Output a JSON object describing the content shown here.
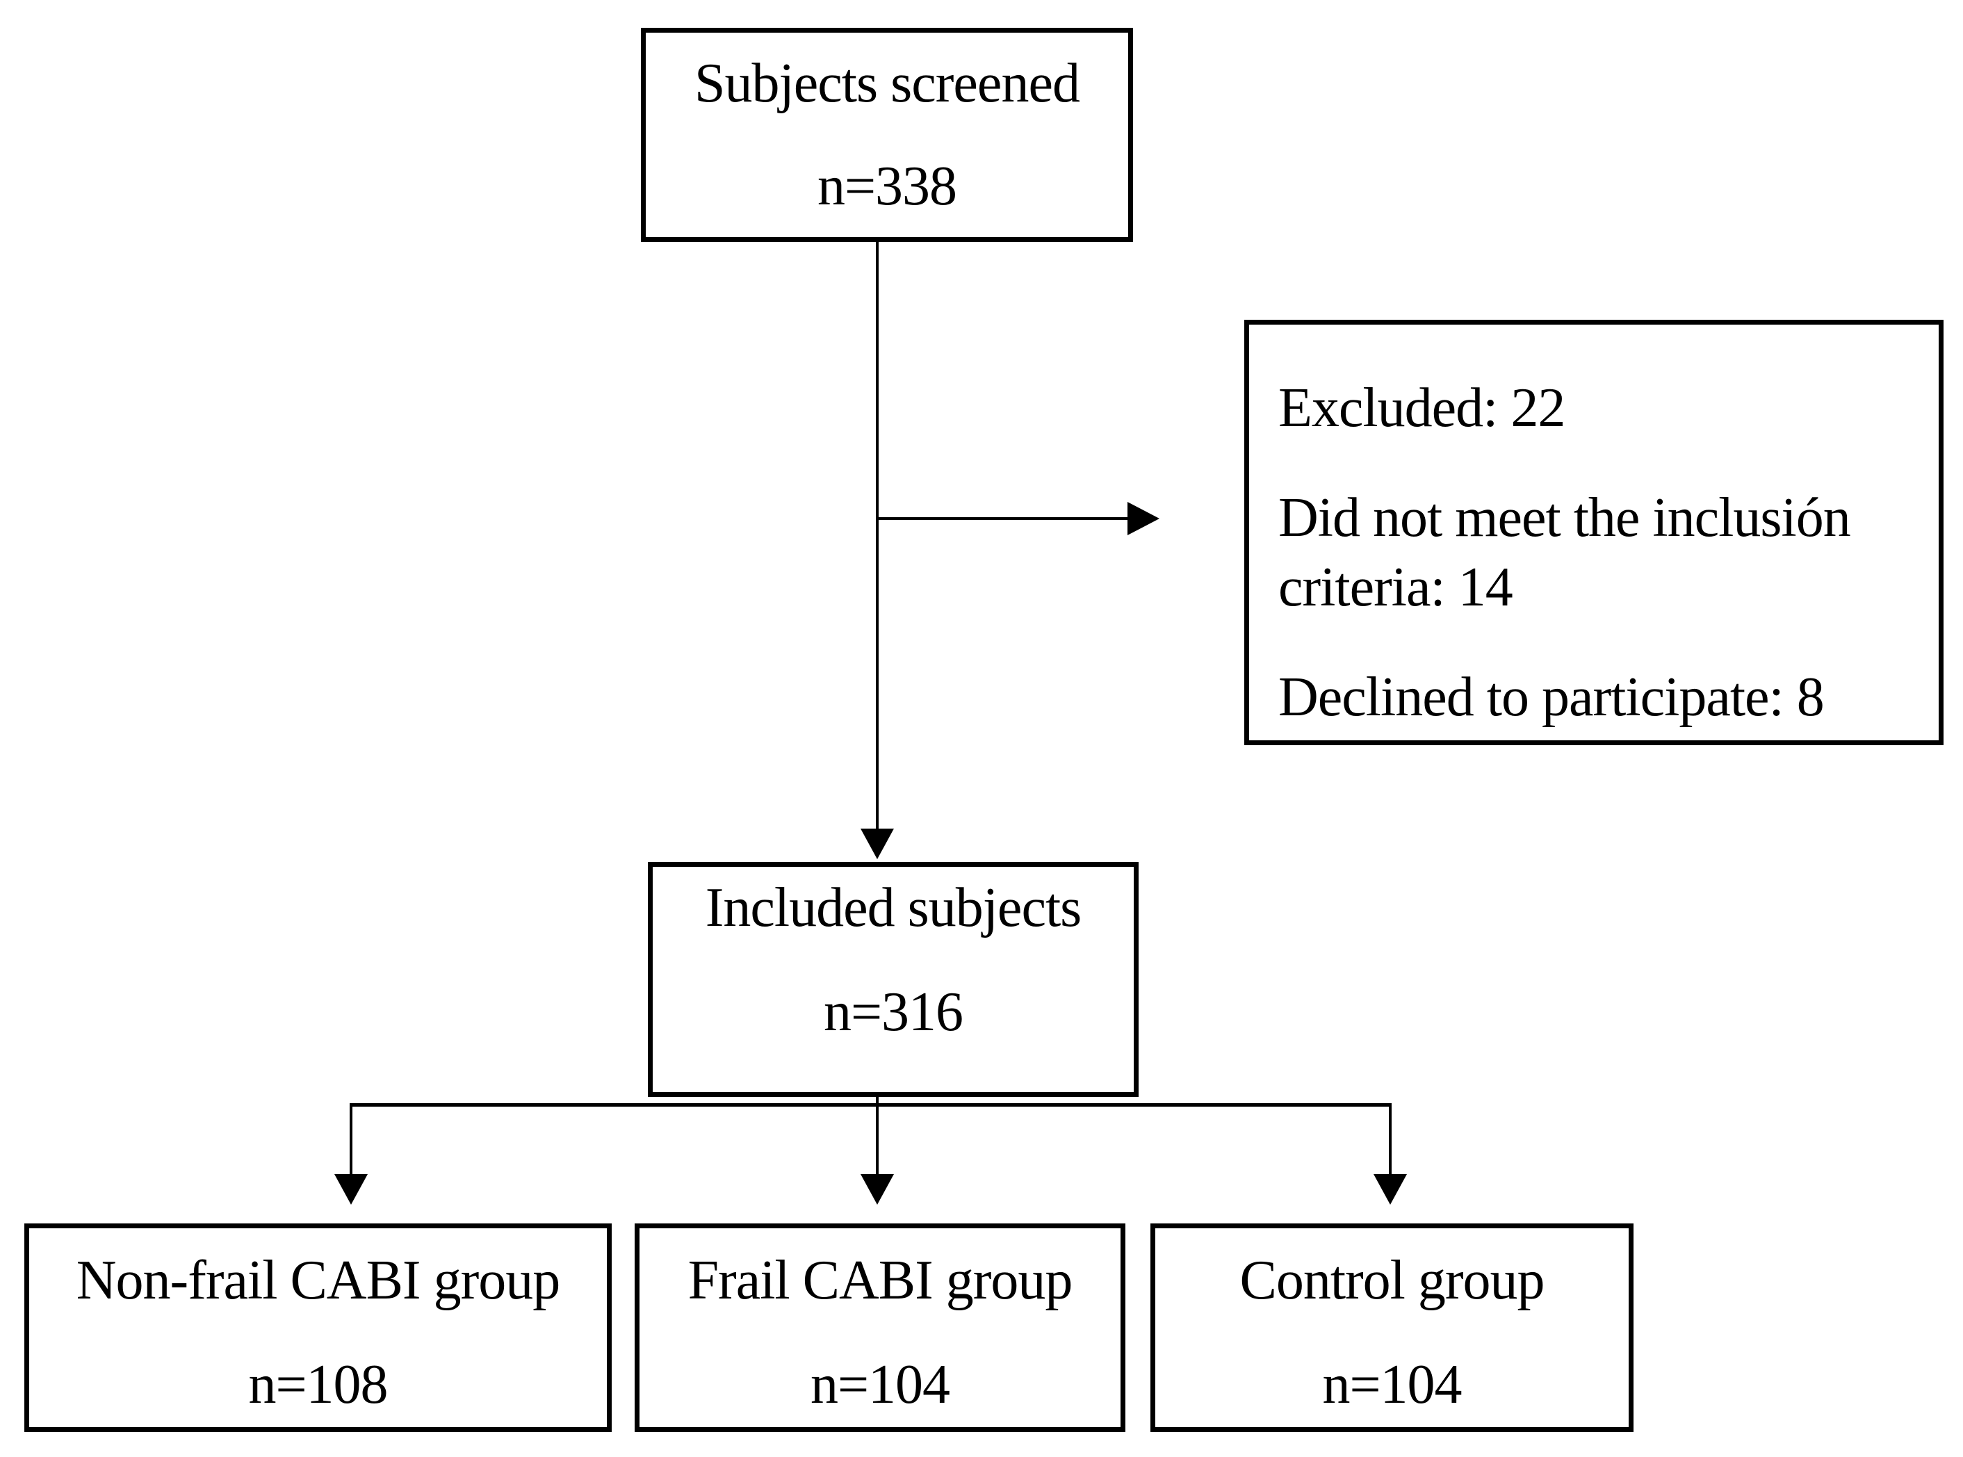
{
  "figure": {
    "type": "flow-diagram",
    "background_color": "#ffffff",
    "line_color": "#000000",
    "text_color": "#000000"
  },
  "boxes": {
    "screened": {
      "title": "Subjects screened",
      "count": "n=338"
    },
    "excluded": {
      "lines": [
        "Excluded: 22",
        "Did not meet the inclusión criteria: 14",
        "Declined to participate: 8"
      ]
    },
    "included": {
      "title": "Included subjects",
      "count": "n=316"
    },
    "nonfrail": {
      "title": "Non-frail CABI group",
      "count": "n=108"
    },
    "frail": {
      "title": "Frail CABI group",
      "count": "n=104"
    },
    "control": {
      "title": "Control group",
      "count": "n=104"
    }
  }
}
